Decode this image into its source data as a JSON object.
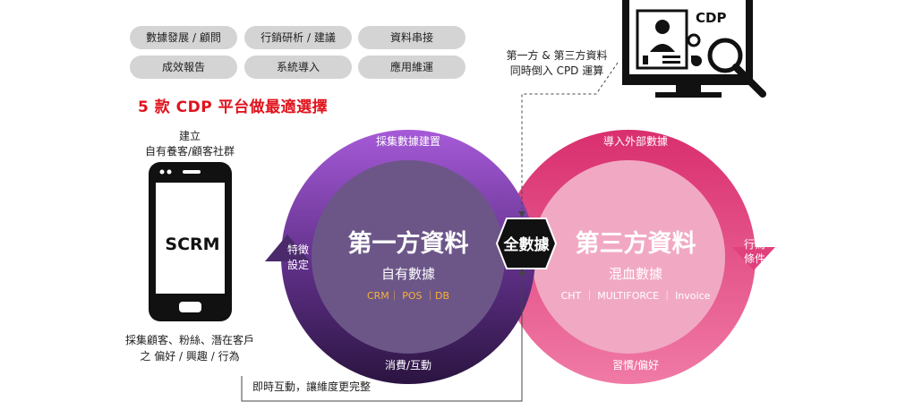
{
  "tags": [
    "數據發展 / 顧問",
    "行銷研析 / 建議",
    "資料串接",
    "成效報告",
    "系統導入",
    "應用維運"
  ],
  "headline": "5 款 CDP 平台做最適選擇",
  "phone": {
    "top_caption_1": "建立",
    "top_caption_2": "自有養客/顧客社群",
    "screen_label": "SCRM",
    "bottom_caption_1": "採集顧客、粉絲、潛在客戶",
    "bottom_caption_2": "之 偏好 / 興趣 / 行為"
  },
  "monitor": {
    "label": "CDP",
    "caption_1": "第一方 & 第三方資料",
    "caption_2": "同時倒入 CPD 運算"
  },
  "left_cycle": {
    "top_label": "採集數據建置",
    "bottom_label": "消費/互動",
    "side_label_1": "特徵",
    "side_label_2": "設定",
    "title": "第一方資料",
    "subtitle": "自有數據",
    "sources": "CRM｜ POS ｜DB"
  },
  "right_cycle": {
    "top_label": "導入外部數據",
    "bottom_label": "習慣/偏好",
    "side_label_1": "行為",
    "side_label_2": "條件",
    "title": "第三方資料",
    "subtitle": "混血數據",
    "sources": "CHT ｜ MULTIFORCE ｜ Invoice"
  },
  "center_badge": "全數據",
  "bottom_note": "即時互動，讓維度更完整",
  "colors": {
    "headline_red": "#e0131d",
    "left_ring": "#9c4fd1",
    "left_ring_dark": "#3e1e57",
    "left_inner": "#6a4f86",
    "left_accent_text": "#f6b13a",
    "right_ring": "#e0417e",
    "right_inner": "#f0a5c0",
    "badge": "#111111"
  }
}
